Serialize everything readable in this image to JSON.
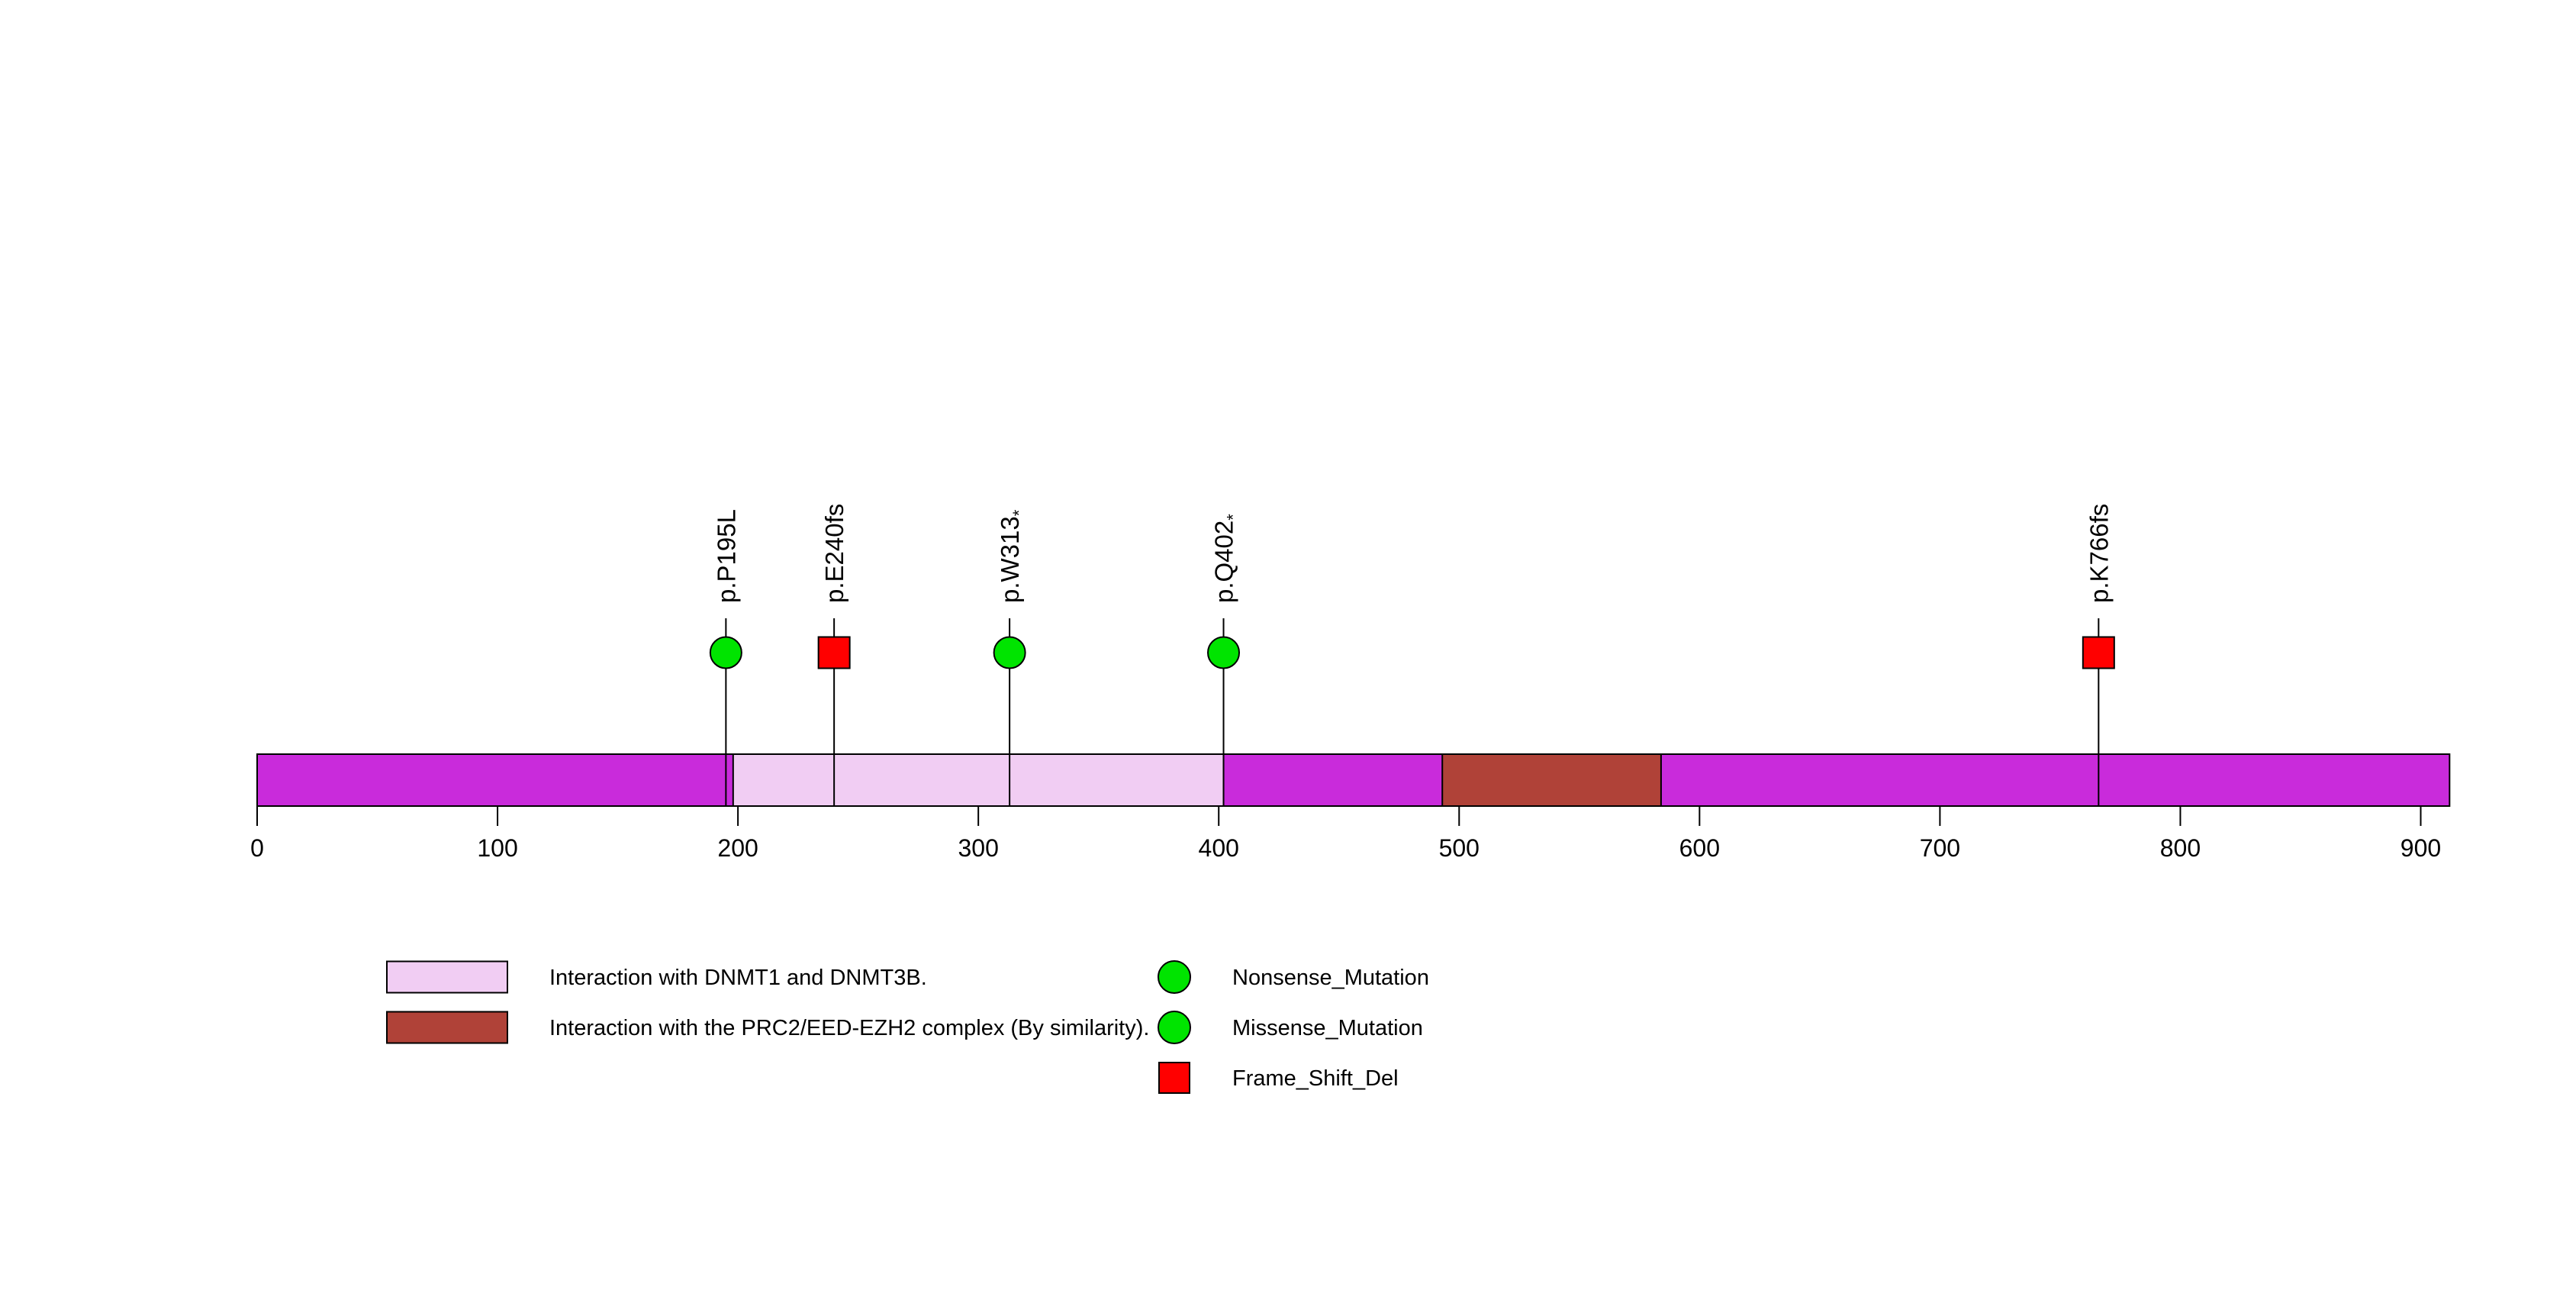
{
  "figure": {
    "background": "#FFFFFF"
  },
  "chart_data": {
    "type": "lollipop",
    "description": "Protein mutation lollipop plot over amino-acid positions",
    "protein_length": 912,
    "axis": {
      "ticks": [
        0,
        100,
        200,
        300,
        400,
        500,
        600,
        700,
        800,
        900
      ],
      "range": [
        0,
        912
      ],
      "grid": false
    },
    "backbone_color": "#C92BDB",
    "outline_color": "#000000",
    "domains": [
      {
        "label": "Interaction with DNMT1 and DNMT3B.",
        "start": 198,
        "end": 402,
        "color": "#F1CDF3"
      },
      {
        "label": "Interaction with the PRC2/EED-EZH2 complex (By similarity).",
        "start": 493,
        "end": 584,
        "color": "#B04238"
      }
    ],
    "mutations": [
      {
        "label": "p.P195L",
        "label_suffix": "",
        "position": 195,
        "type": "Missense_Mutation",
        "shape": "circle",
        "color": "#00E400"
      },
      {
        "label": "p.E240fs",
        "label_suffix": "",
        "position": 240,
        "type": "Frame_Shift_Del",
        "shape": "square",
        "color": "#FF0000"
      },
      {
        "label": "p.W313",
        "label_suffix": "*",
        "position": 313,
        "type": "Nonsense_Mutation",
        "shape": "circle",
        "color": "#00E400"
      },
      {
        "label": "p.Q402",
        "label_suffix": "*",
        "position": 402,
        "type": "Nonsense_Mutation",
        "shape": "circle",
        "color": "#00E400"
      },
      {
        "label": "p.K766fs",
        "label_suffix": "",
        "position": 766,
        "type": "Frame_Shift_Del",
        "shape": "square",
        "color": "#FF0000"
      }
    ],
    "legend": {
      "domain_items": [
        {
          "label": "Interaction with DNMT1 and DNMT3B.",
          "color": "#F1CDF3"
        },
        {
          "label": "Interaction with the PRC2/EED-EZH2 complex (By similarity).",
          "color": "#B04238"
        }
      ],
      "mutation_type_items": [
        {
          "label": "Nonsense_Mutation",
          "shape": "circle",
          "color": "#00E400"
        },
        {
          "label": "Missense_Mutation",
          "shape": "circle",
          "color": "#00E400"
        },
        {
          "label": "Frame_Shift_Del",
          "shape": "square",
          "color": "#FF0000"
        }
      ]
    }
  }
}
